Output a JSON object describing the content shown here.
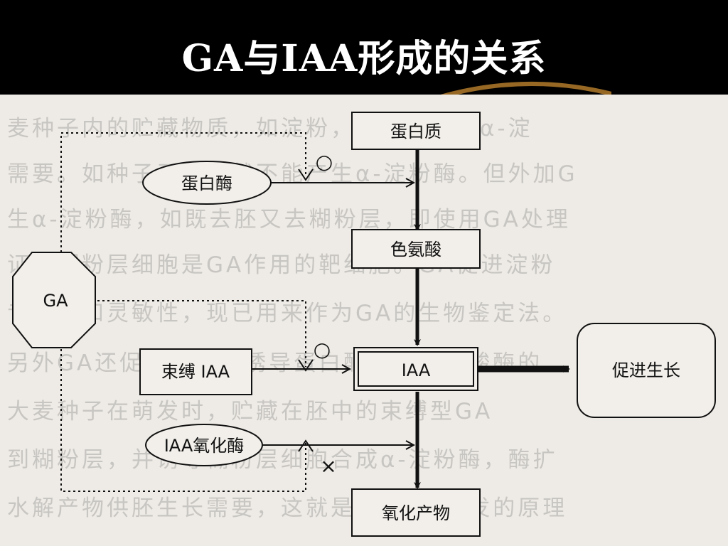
{
  "title": "GA与IAA形成的关系",
  "nodes": {
    "protein": "蛋白质",
    "protease": "蛋白酶",
    "tryptophan": "色氨酸",
    "ga": "GA",
    "bound_iaa": "束缚 IAA",
    "iaa": "IAA",
    "promote_growth": "促进生长",
    "iaa_oxidase": "IAA氧化酶",
    "oxidation_products": "氧化产物"
  },
  "marks": {
    "promote_1": "○",
    "promote_2": "○",
    "inhibit": "×"
  },
  "background_text": [
    "麦种子内的贮藏物质，如淀粉，蛋白质等在α-淀",
    "需要。如种子无胚，就不能产生α-淀粉酶。但外加G",
    "生α-淀粉酶，如既去胚又去糊粉层，即使用GA处理",
    "证明糊粉层细胞是GA作用的靶细胞。GA促进淀粉",
    "专一性和灵敏性，现已用来作为GA的生物鉴定法。",
    "另外GA还促进生长，诱导蛋白酶和核糖核酸酶的",
    "大麦种子在萌发时，贮藏在胚中的束缚型GA",
    "到糊粉层，并诱导糊粉层细胞合成α-淀粉酶，酶扩",
    "水解产物供胚生长需要，这就是GA促进萌发的原理"
  ],
  "colors": {
    "title_background": "#000000",
    "title_text": "#ffffff",
    "scan_background": "#eeebe6",
    "ink": "#111111"
  }
}
